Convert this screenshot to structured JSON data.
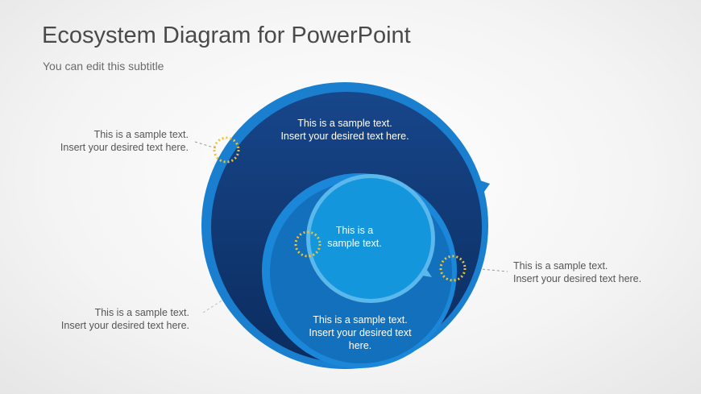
{
  "header": {
    "title": "Ecosystem Diagram for PowerPoint",
    "subtitle": "You can edit this subtitle"
  },
  "callouts": {
    "top_left": {
      "line1": "This is a sample text.",
      "line2": "Insert your desired text here."
    },
    "bottom_left": {
      "line1": "This is a sample text.",
      "line2": "Insert your desired text here."
    },
    "right": {
      "line1": "This is a sample text.",
      "line2": "Insert your desired text here."
    }
  },
  "diagram": {
    "outer": {
      "line1": "This is a sample text.",
      "line2": "Insert your desired text here."
    },
    "middle": {
      "line1": "This is a sample text.",
      "line2": "Insert your desired text",
      "line3": "here."
    },
    "inner": {
      "line1": "This is a",
      "line2": "sample text."
    },
    "colors": {
      "outer": "#0d3670",
      "outer_ring": "#1a7fcf",
      "middle": "#1370bd",
      "inner": "#1496dc",
      "marker": "#f2c230"
    }
  }
}
